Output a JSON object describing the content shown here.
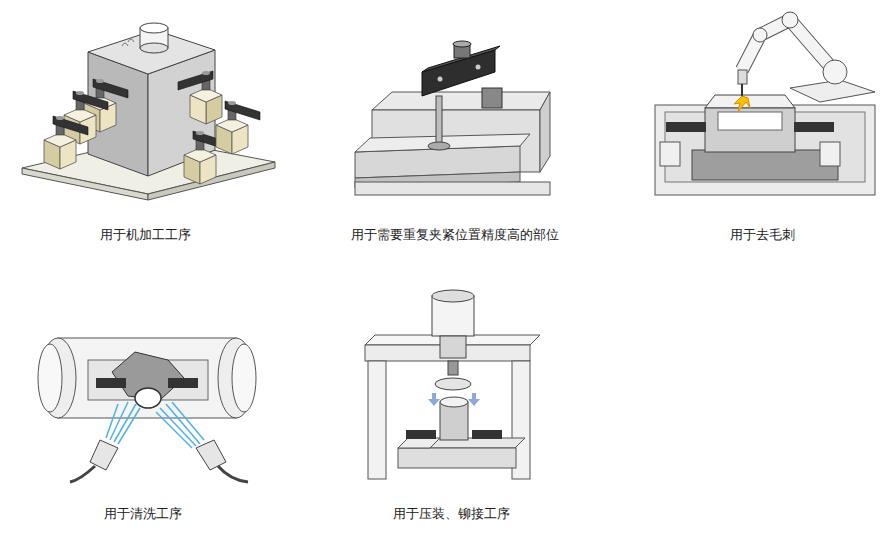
{
  "diagram": {
    "labels": [
      "用于机加工工序",
      "用于需要重复夹紧位置精度高的部位",
      "用于去毛刺",
      "用于清洗工序",
      "用于压装、铆接工序"
    ]
  }
}
